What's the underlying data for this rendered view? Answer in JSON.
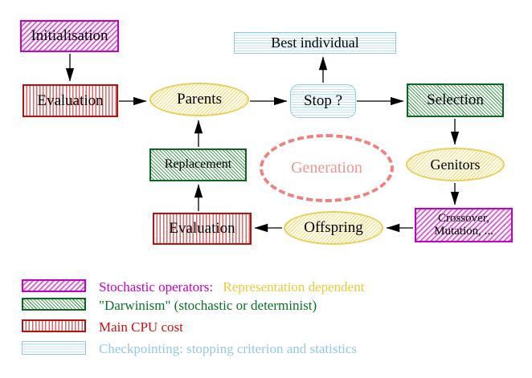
{
  "diagram": {
    "nodes": {
      "initialisation": {
        "label": "Initialisation",
        "style": "magenta-hatch"
      },
      "evaluation_top": {
        "label": "Evaluation",
        "style": "red-vertical-stripes"
      },
      "parents": {
        "label": "Parents",
        "style": "yellow-ellipse"
      },
      "best_individual": {
        "label": "Best individual",
        "style": "cyan-horizontal-stripes"
      },
      "stop": {
        "label": "Stop ?",
        "style": "cyan-horizontal-stripes"
      },
      "selection": {
        "label": "Selection",
        "style": "green-hatch"
      },
      "replacement": {
        "label": "Replacement",
        "style": "green-hatch"
      },
      "generation": {
        "label": "Generation",
        "style": "pink-dashed-ellipse"
      },
      "genitors": {
        "label": "Genitors",
        "style": "yellow-ellipse"
      },
      "evaluation_bottom": {
        "label": "Evaluation",
        "style": "red-vertical-stripes"
      },
      "offspring": {
        "label": "Offspring",
        "style": "yellow-ellipse"
      },
      "crossover": {
        "line1": "Crossover,",
        "line2": "Mutation, ...",
        "style": "magenta-hatch"
      }
    },
    "edges": [
      {
        "from": "Initialisation",
        "to": "Evaluation"
      },
      {
        "from": "Evaluation",
        "to": "Parents"
      },
      {
        "from": "Parents",
        "to": "Stop ?"
      },
      {
        "from": "Stop ?",
        "to": "Best individual"
      },
      {
        "from": "Stop ?",
        "to": "Selection"
      },
      {
        "from": "Selection",
        "to": "Genitors"
      },
      {
        "from": "Genitors",
        "to": "Crossover, Mutation, ..."
      },
      {
        "from": "Crossover, Mutation, ...",
        "to": "Offspring"
      },
      {
        "from": "Offspring",
        "to": "Evaluation"
      },
      {
        "from": "Evaluation",
        "to": "Replacement"
      },
      {
        "from": "Replacement",
        "to": "Parents"
      }
    ]
  },
  "legend": {
    "stochastic_label": "Stochastic operators:",
    "representation_label": "Representation dependent",
    "darwinism_label": "\"Darwinism\" (stochastic or determinist)",
    "cpu_label": "Main CPU cost",
    "checkpointing_label": "Checkpointing: stopping criterion and statistics"
  },
  "colors": {
    "stochastic_magenta": "#cc00cc",
    "representation_yellow": "#eecb30",
    "darwinism_green": "#067422",
    "cpu_red": "#cc1111",
    "checkpointing_cyan": "#94c9e8",
    "generation_pink": "#ee8080"
  }
}
